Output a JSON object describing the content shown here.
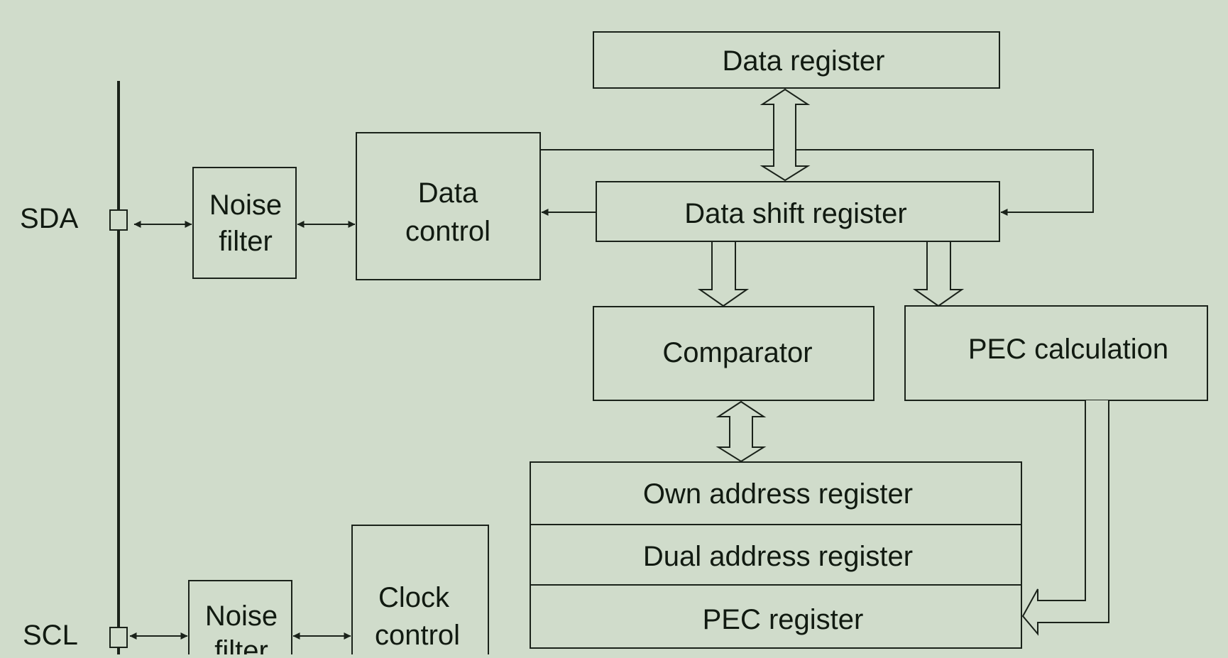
{
  "colors": {
    "background": "#d0dccb",
    "stroke": "#1a221a",
    "text": "#111a11"
  },
  "pins": {
    "sda": "SDA",
    "scl": "SCL"
  },
  "blocks": {
    "noise_filter_sda": [
      "Noise",
      "filter"
    ],
    "data_control": [
      "Data",
      "control"
    ],
    "data_register": "Data register",
    "data_shift_register": "Data shift register",
    "comparator": "Comparator",
    "pec_calculation": "PEC calculation",
    "own_address_register": "Own address register",
    "dual_address_register": "Dual address register",
    "pec_register": "PEC register",
    "noise_filter_scl": [
      "Noise",
      "filter"
    ],
    "clock_control": [
      "Clock",
      "control"
    ]
  }
}
